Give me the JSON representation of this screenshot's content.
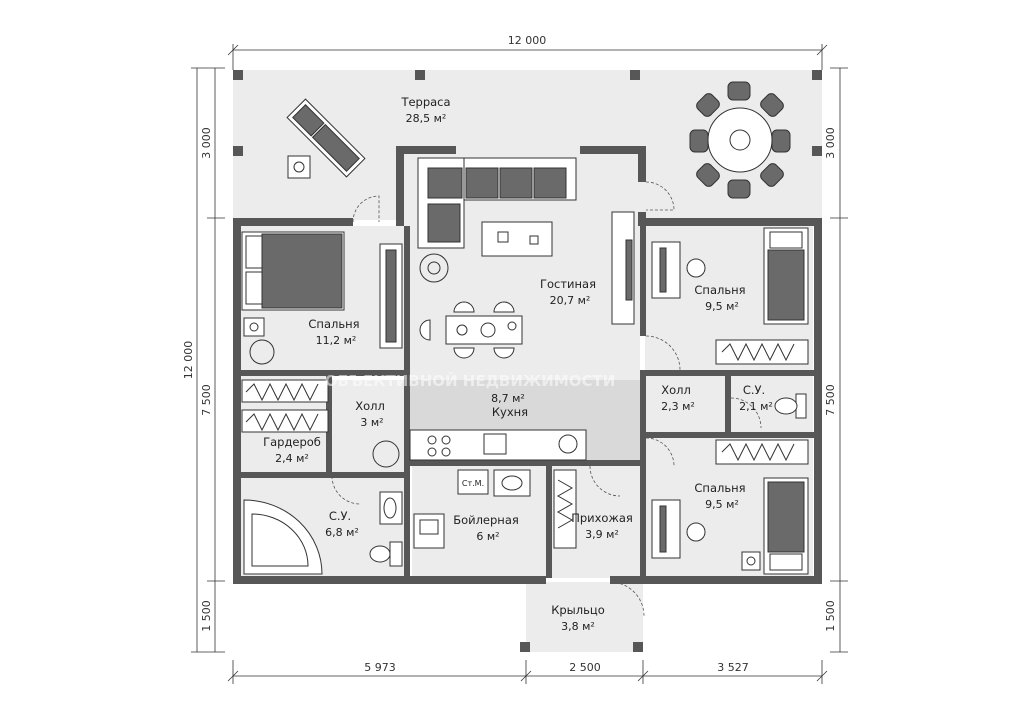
{
  "rooms": [
    {
      "id": "terrace",
      "name": "Терраса",
      "area": "28,5 м²"
    },
    {
      "id": "living",
      "name": "Гостиная",
      "area": "20,7 м²"
    },
    {
      "id": "bedroom-left",
      "name": "Спальня",
      "area": "11,2 м²"
    },
    {
      "id": "bedroom-right-top",
      "name": "Спальня",
      "area": "9,5 м²"
    },
    {
      "id": "kitchen",
      "name": "Кухня",
      "area": "8,7 м²"
    },
    {
      "id": "hall-left",
      "name": "Холл",
      "area": "3 м²"
    },
    {
      "id": "hall-right",
      "name": "Холл",
      "area": "2,3 м²"
    },
    {
      "id": "wc-right",
      "name": "С.У.",
      "area": "2,1 м²"
    },
    {
      "id": "wardrobe",
      "name": "Гардероб",
      "area": "2,4 м²"
    },
    {
      "id": "wc-left",
      "name": "С.У.",
      "area": "6,8 м²"
    },
    {
      "id": "boiler",
      "name": "Бойлерная",
      "area": "6 м²"
    },
    {
      "id": "entrance",
      "name": "Прихожая",
      "area": "3,9 м²"
    },
    {
      "id": "bedroom-right-bottom",
      "name": "Спальня",
      "area": "9,5 м²"
    },
    {
      "id": "porch",
      "name": "Крыльцо",
      "area": "3,8 м²"
    }
  ],
  "dimensions": {
    "top": "12 000",
    "left_total": "12 000",
    "left_top": "3 000",
    "left_middle": "7 500",
    "left_bottom": "1 500",
    "right_top": "3 000",
    "right_middle": "7 500",
    "right_bottom": "1 500",
    "bottom_left": "5 973",
    "bottom_middle": "2 500",
    "bottom_right": "3 527"
  },
  "fixtures": {
    "washer_label": "Ст.М."
  },
  "watermark": "ОБЪЕКТИВНОЙ НЕДВИЖИМОСТИ"
}
